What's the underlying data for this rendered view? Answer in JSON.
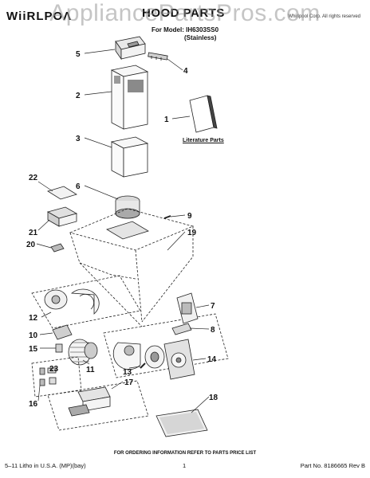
{
  "header": {
    "brand": "WііRLPOΛ",
    "title": "HOOD PARTS",
    "model_line": "For Model: IH6303SS0",
    "finish": "(Stainless)",
    "copyright": "Whirlpool Corp. All rights reserved"
  },
  "watermark": "AppliancePartsPros.com",
  "literature_label": "Literature Parts",
  "callouts": [
    "1",
    "2",
    "3",
    "4",
    "5",
    "6",
    "7",
    "8",
    "9",
    "10",
    "11",
    "12",
    "13",
    "14",
    "15",
    "16",
    "17",
    "18",
    "19",
    "20",
    "21",
    "22",
    "23"
  ],
  "footer": {
    "ordering_note": "FOR ORDERING INFORMATION REFER TO PARTS PRICE LIST",
    "litho": "5–11 Litho in U.S.A. (MP)(bay)",
    "page": "1",
    "part_no": "Part No. 8186665 Rev B"
  }
}
